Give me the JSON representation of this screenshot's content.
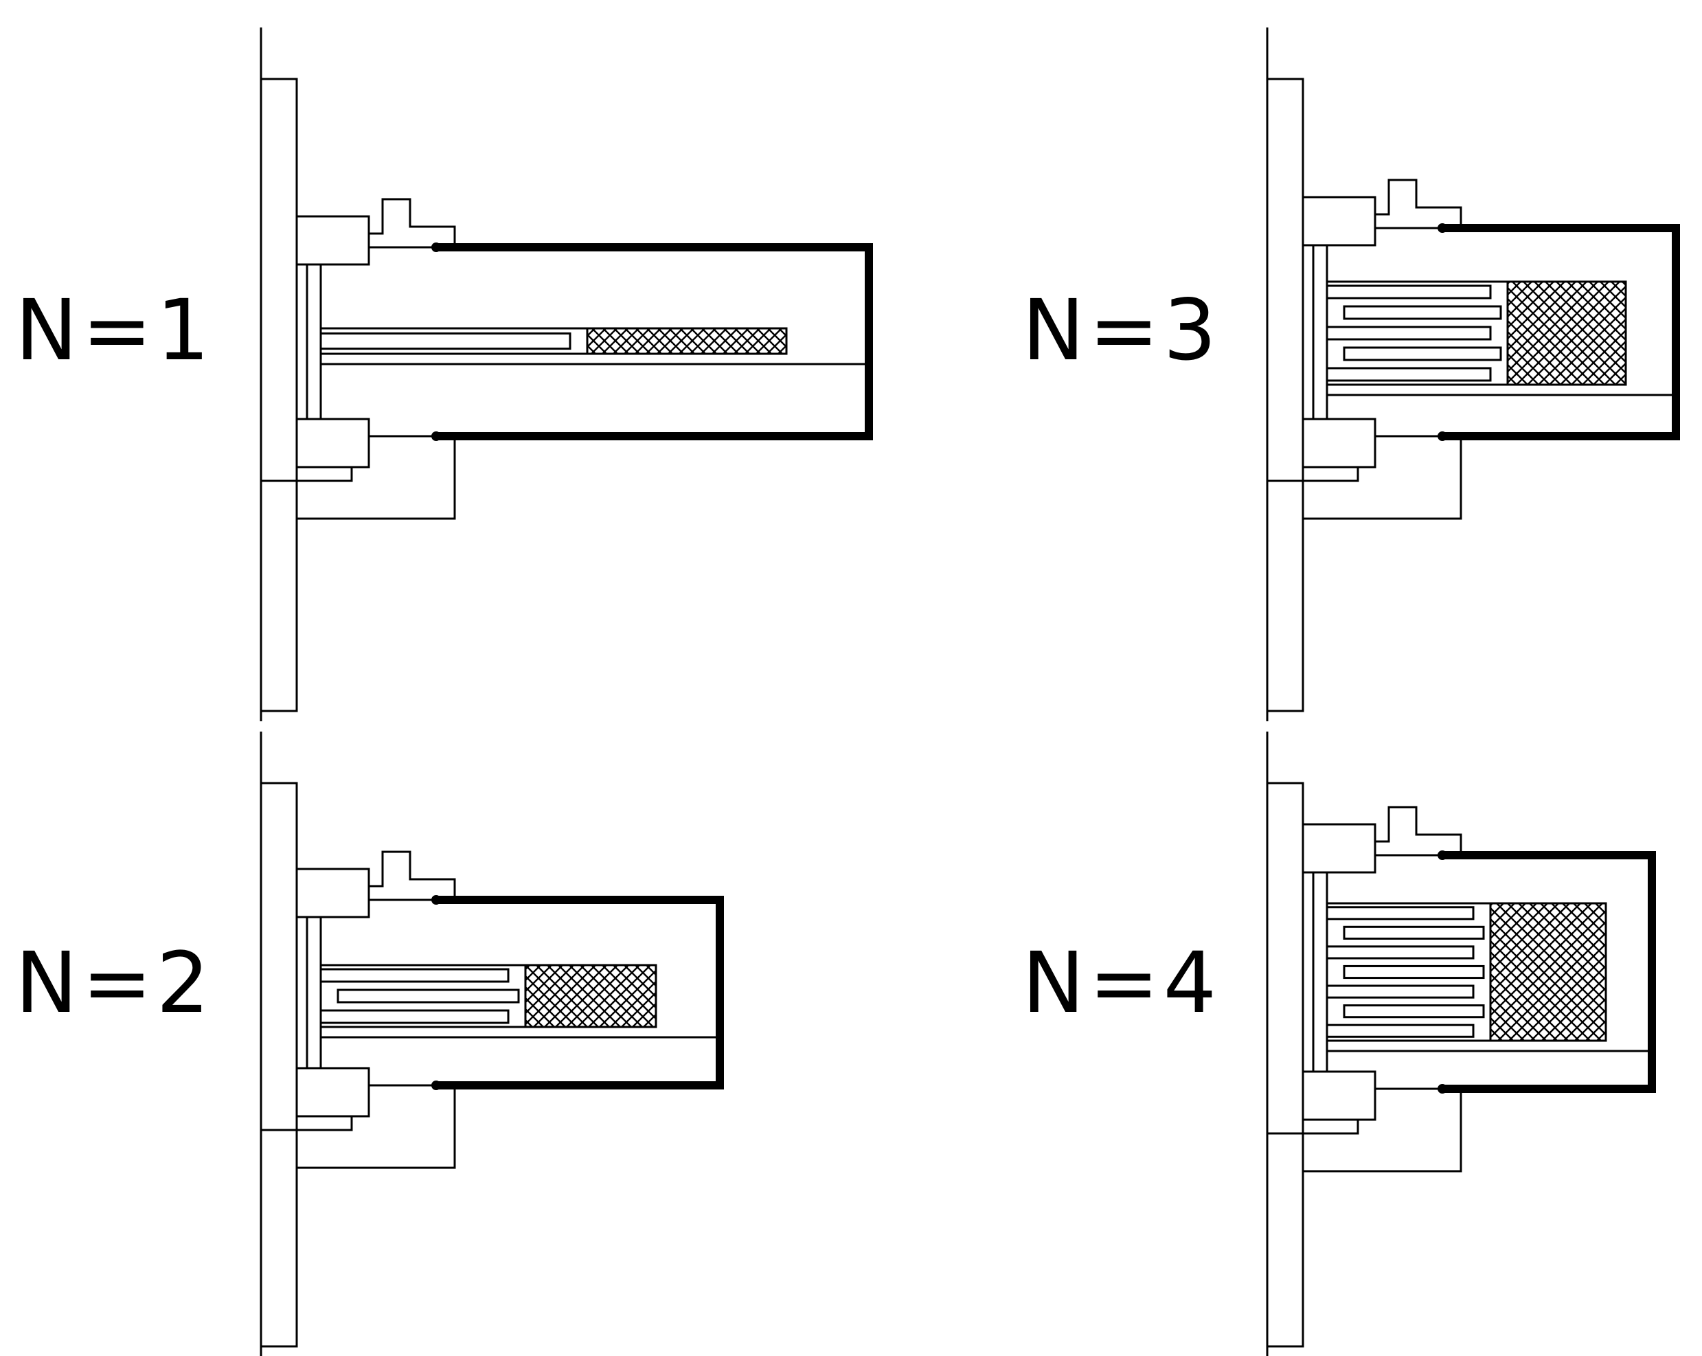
{
  "panels": [
    {
      "id": "n1",
      "label": "N=1",
      "electrode_count": 1
    },
    {
      "id": "n2",
      "label": "N=2",
      "electrode_count": 2
    },
    {
      "id": "n3",
      "label": "N=3",
      "electrode_count": 3
    },
    {
      "id": "n4",
      "label": "N=4",
      "electrode_count": 4
    }
  ],
  "colors": {
    "line": "#000000",
    "background": "#ffffff"
  }
}
